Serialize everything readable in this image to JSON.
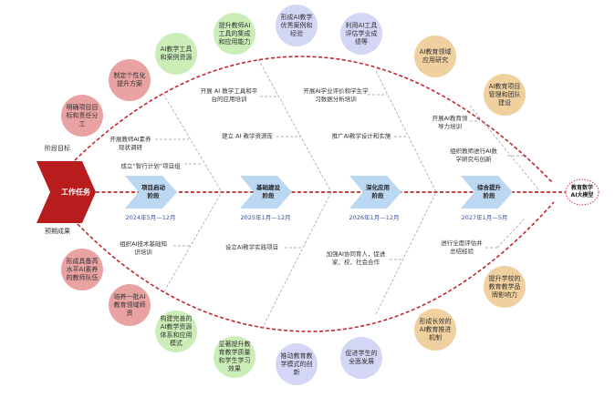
{
  "head": {
    "task": "工作任务",
    "upper_label": "阶段目标",
    "lower_label": "预期成果",
    "goal": "教育数学\nAI大模型"
  },
  "stages": [
    {
      "name": "项目启动\n阶段",
      "date": "2024年5月—12月"
    },
    {
      "name": "基础建设\n阶段",
      "date": "2025年1月—12月"
    },
    {
      "name": "深化应用\n阶段",
      "date": "2026年1月—12月"
    },
    {
      "name": "综合提升\n阶段",
      "date": "2027年1月—5月"
    }
  ],
  "tasks_upper": [
    "开展教师AI素养\n现状调研",
    "成立“智行计划”项目组",
    "开展 AI 教学工具和平\n台的应用培训",
    "建立 AI 教学资源库",
    "开展AI学业评价和学生学\n习数据分析培训",
    "推广AI教学设计和实施",
    "开展AI教育领\n导力培训",
    "组织教师进行AI数\n学研究与创新"
  ],
  "tasks_lower": [
    "组织AI技术基础知\n识培训",
    "设立AI教学实践项目",
    "加强AI协同育人，促进\n家、校、社会合作",
    "进行全面评估并\n总结经验"
  ],
  "goals": [
    "明确项目目标和责任分工",
    "制定个性化提升方案",
    "AI教学工具和案例资源",
    "提升教师AI工具的集成和应用能力",
    "形成AI教学优秀案例和经验",
    "利用AI工具评估学业成绩等",
    "AI教育领域应用研究",
    "AI教育项目管理和团队建设"
  ],
  "outcomes": [
    "形成具备高水平AI素养的教师队伍",
    "培养一批AI教育领域师资",
    "构建完善的AI教学资源体系和应用模式",
    "显著提升教育教学质量和学生学习效果",
    "推动教育教学模式的创新",
    "促进学生的全面发展",
    "形成长效的AI教育推进机制",
    "提升学校的教育教学品牌影响力"
  ],
  "colors": {
    "spine": "#c0282d",
    "head": "#b91c1c",
    "stage": "#bcd7f2",
    "date": "#3b4fa0",
    "red": "#e8a2a2",
    "green": "#cbeeb8",
    "lavender": "#d4d6f6",
    "tan": "#f1d0a0"
  }
}
